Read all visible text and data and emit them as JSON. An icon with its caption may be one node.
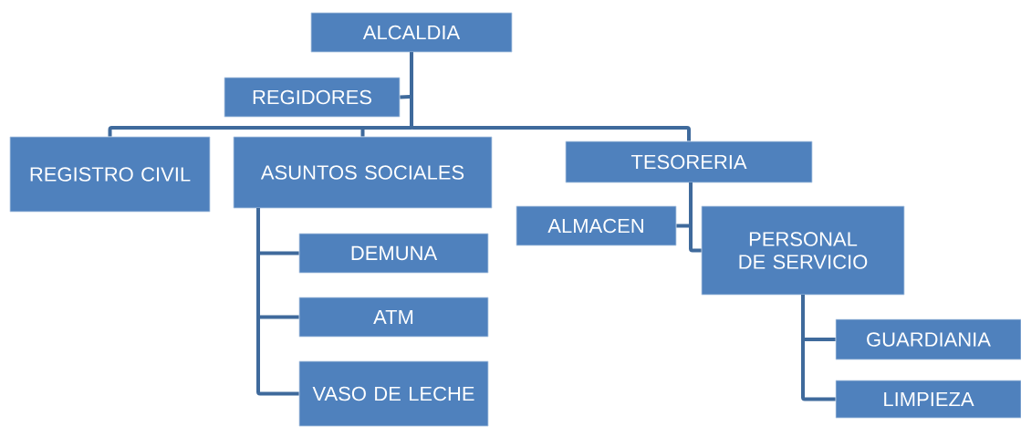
{
  "diagram": {
    "nodes": [
      {
        "text": [
          "ALCALDIA"
        ]
      },
      {
        "text": [
          "REGIDORES"
        ]
      },
      {
        "text": [
          "REGISTRO CIVIL"
        ]
      },
      {
        "text": [
          "ASUNTOS SOCIALES"
        ]
      },
      {
        "text": [
          "DEMUNA"
        ]
      },
      {
        "text": [
          "ATM"
        ]
      },
      {
        "text": [
          "VASO DE LECHE"
        ]
      },
      {
        "text": [
          "TESORERIA"
        ]
      },
      {
        "text": [
          "ALMACEN"
        ]
      },
      {
        "text": [
          "PERSONAL DE SERVICIO"
        ]
      },
      {
        "text": [
          "GUARDIANIA"
        ]
      },
      {
        "text": [
          "LIMPIEZA"
        ]
      }
    ],
    "edges": [
      {
        "from": 0,
        "to": 1,
        "arrow": "none"
      },
      {
        "from": 0,
        "to": 2,
        "arrow": "none"
      },
      {
        "from": 0,
        "to": 3,
        "arrow": "none"
      },
      {
        "from": 0,
        "to": 7,
        "arrow": "none"
      },
      {
        "from": 3,
        "to": 4,
        "arrow": "none"
      },
      {
        "from": 3,
        "to": 5,
        "arrow": "none"
      },
      {
        "from": 3,
        "to": 6,
        "arrow": "none"
      },
      {
        "from": 7,
        "to": 8,
        "arrow": "none"
      },
      {
        "from": 7,
        "to": 9,
        "arrow": "none"
      },
      {
        "from": 9,
        "to": 10,
        "arrow": "none"
      },
      {
        "from": 9,
        "to": 11,
        "arrow": "none"
      }
    ]
  }
}
